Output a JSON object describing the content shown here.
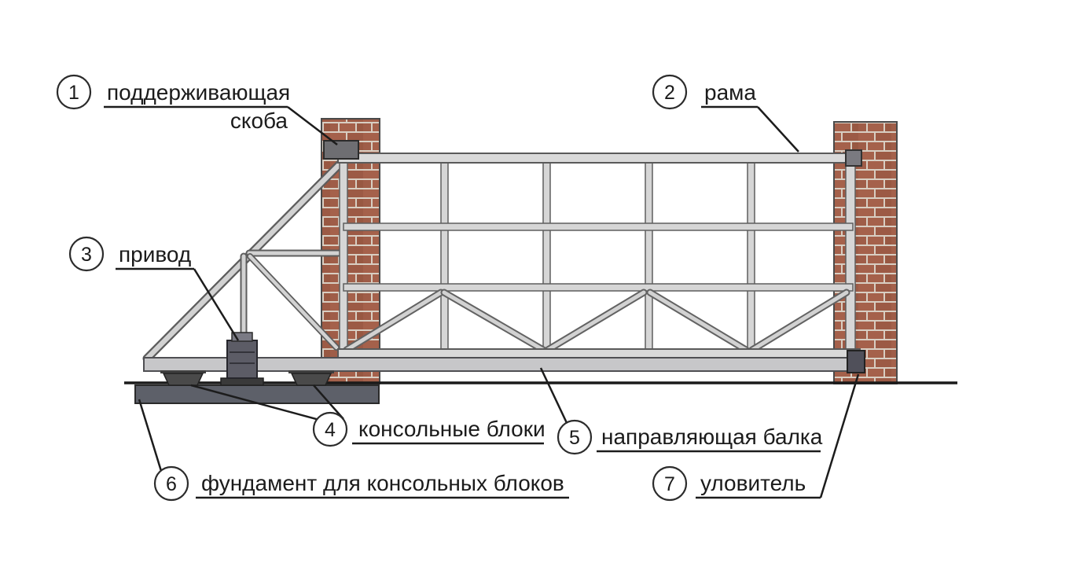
{
  "diagram": {
    "subject": "sliding-cantilever-gate-construction-scheme",
    "language": "ru",
    "colors": {
      "background": "#ffffff",
      "brick": "#a5614b",
      "mortar": "#d8cec2",
      "frame_fill": "#d6d6d6",
      "frame_outline": "#5f5f5f",
      "dark_metal": "#4a4a4a",
      "foundation": "#5d6069",
      "line": "#1c1c1c"
    },
    "callouts": [
      {
        "num": "1",
        "label": "поддерживающая скоба",
        "label_line1": "поддерживающая",
        "label_line2": "скоба",
        "target": "supporting-bracket"
      },
      {
        "num": "2",
        "label": "рама",
        "target": "gate-frame"
      },
      {
        "num": "3",
        "label": "привод",
        "target": "drive-unit"
      },
      {
        "num": "4",
        "label": "консольные блоки",
        "target": "cantilever-blocks"
      },
      {
        "num": "5",
        "label": "направляющая балка",
        "target": "guide-beam"
      },
      {
        "num": "6",
        "label": "фундамент для консольных блоков",
        "target": "foundation-slab"
      },
      {
        "num": "7",
        "label": "уловитель",
        "target": "catcher"
      }
    ]
  }
}
